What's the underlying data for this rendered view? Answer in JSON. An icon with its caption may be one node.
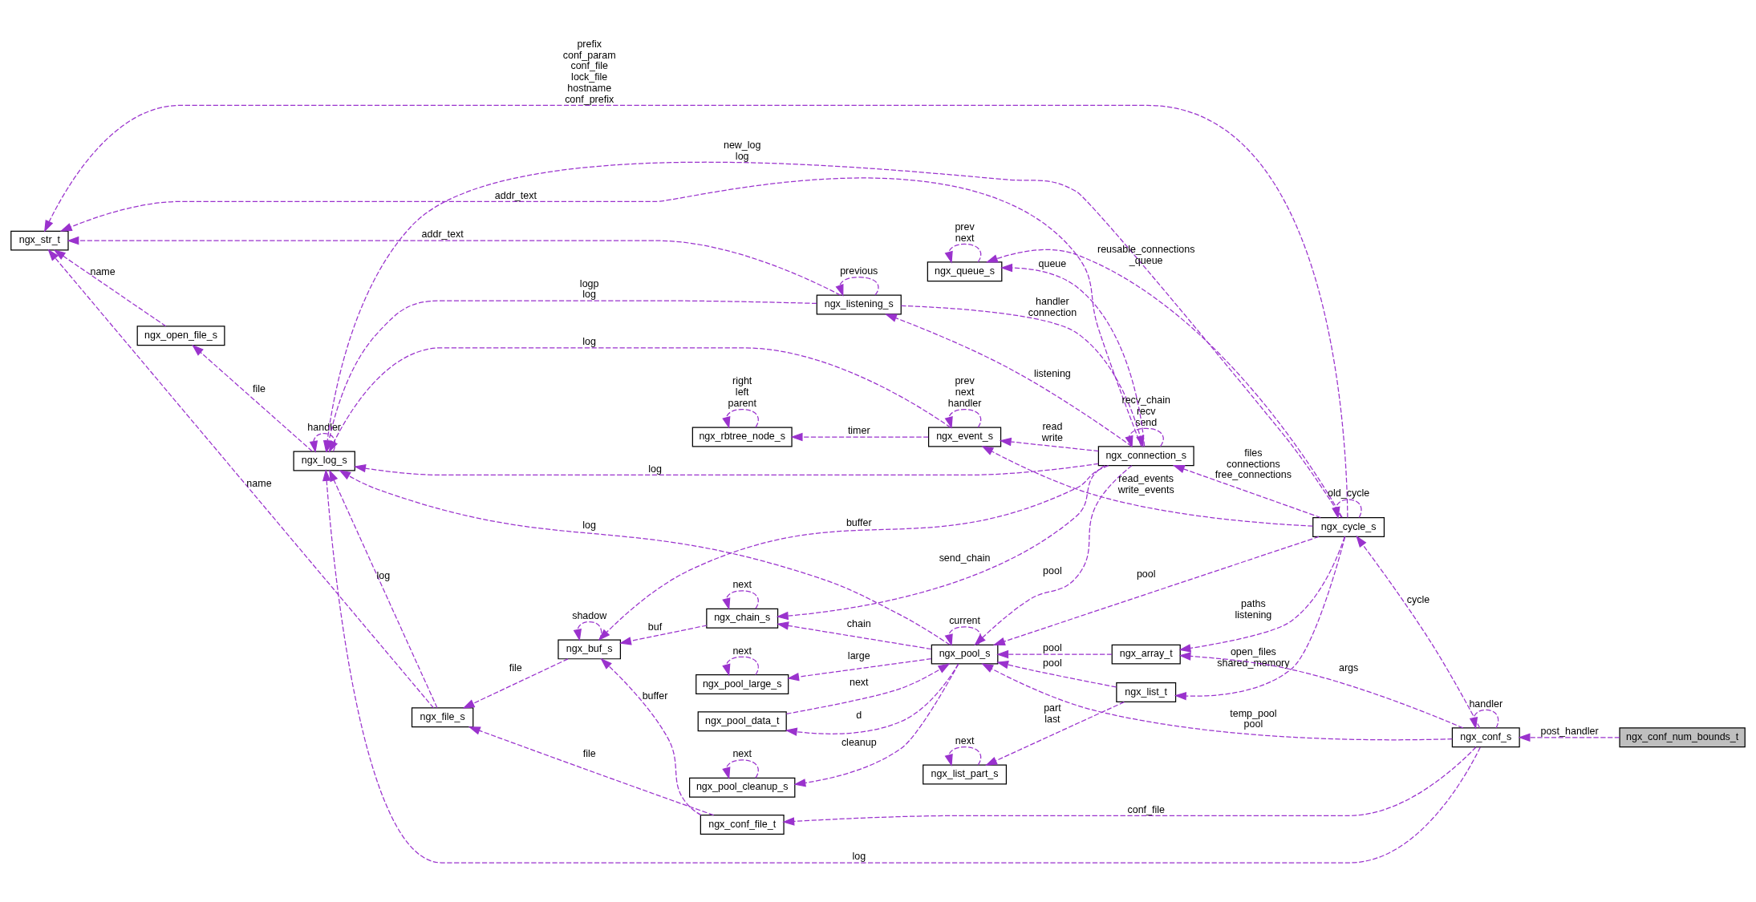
{
  "diagram": {
    "nodes": [
      {
        "text": [
          "ngx_str_t"
        ]
      },
      {
        "text": [
          "ngx_open_file_s"
        ]
      },
      {
        "text": [
          "ngx_log_s"
        ]
      },
      {
        "text": [
          "ngx_file_s"
        ]
      },
      {
        "text": [
          "ngx_conf_file_t"
        ]
      },
      {
        "text": [
          "ngx_buf_s"
        ]
      },
      {
        "text": [
          "ngx_chain_s"
        ]
      },
      {
        "text": [
          "ngx_listening_s"
        ]
      },
      {
        "text": [
          "ngx_connection_s"
        ]
      },
      {
        "text": [
          "ngx_queue_s"
        ]
      },
      {
        "text": [
          "ngx_rbtree_node_s"
        ]
      },
      {
        "text": [
          "ngx_event_s"
        ]
      },
      {
        "text": [
          "ngx_list_part_s"
        ]
      },
      {
        "text": [
          "ngx_list_t"
        ]
      },
      {
        "text": [
          "ngx_pool_cleanup_s"
        ]
      },
      {
        "text": [
          "ngx_pool_s"
        ]
      },
      {
        "text": [
          "ngx_pool_data_t"
        ]
      },
      {
        "text": [
          "ngx_pool_large_s"
        ]
      },
      {
        "text": [
          "ngx_array_t"
        ]
      },
      {
        "text": [
          "ngx_cycle_s"
        ]
      },
      {
        "text": [
          "ngx_conf_s"
        ]
      },
      {
        "text": [
          "ngx_conf_num_bounds_t"
        ]
      }
    ],
    "edges": [
      {
        "from": 21,
        "to": 20,
        "arrow": "to",
        "label": "post_handler",
        "style": "dashed"
      },
      {
        "from": 20,
        "to": 20,
        "arrow": "to",
        "label": "handler",
        "style": "dashed"
      },
      {
        "from": 20,
        "to": 19,
        "arrow": "to",
        "label": "cycle",
        "style": "dashed"
      },
      {
        "from": 20,
        "to": 2,
        "arrow": "to",
        "label": "log",
        "style": "dashed"
      },
      {
        "from": 20,
        "to": 4,
        "arrow": "to",
        "label": "conf_file",
        "style": "dashed"
      },
      {
        "from": 20,
        "to": 18,
        "arrow": "to",
        "label": "args",
        "style": "dashed"
      },
      {
        "from": 20,
        "to": 15,
        "arrow": "to",
        "label": "temp_pool pool",
        "style": "dashed"
      },
      {
        "from": 19,
        "to": 19,
        "arrow": "to",
        "label": "old_cycle",
        "style": "dashed"
      },
      {
        "from": 19,
        "to": 0,
        "arrow": "to",
        "label": "prefix conf_param conf_file lock_file hostname conf_prefix",
        "style": "dashed"
      },
      {
        "from": 19,
        "to": 8,
        "arrow": "to",
        "label": "files connections free_connections",
        "style": "dashed"
      },
      {
        "from": 19,
        "to": 9,
        "arrow": "to",
        "label": "reusable_connections _queue",
        "style": "dashed"
      },
      {
        "from": 19,
        "to": 11,
        "arrow": "to",
        "label": "read_events write_events",
        "style": "dashed"
      },
      {
        "from": 19,
        "to": 2,
        "arrow": "to",
        "label": "new_log log",
        "style": "dashed"
      },
      {
        "from": 19,
        "to": 15,
        "arrow": "to",
        "label": "pool",
        "style": "dashed"
      },
      {
        "from": 19,
        "to": 13,
        "arrow": "to",
        "label": "open_files shared_memory",
        "style": "dashed"
      },
      {
        "from": 19,
        "to": 18,
        "arrow": "to",
        "label": "paths listening",
        "style": "dashed"
      },
      {
        "from": 7,
        "to": 0,
        "arrow": "to",
        "label": "addr_text",
        "style": "dashed"
      },
      {
        "from": 7,
        "to": 2,
        "arrow": "to",
        "label": "logp log",
        "style": "dashed"
      },
      {
        "from": 7,
        "to": 7,
        "arrow": "to",
        "label": "previous",
        "style": "dashed"
      },
      {
        "from": 7,
        "to": 8,
        "arrow": "to",
        "label": "handler connection",
        "style": "dashed"
      },
      {
        "from": 8,
        "to": 0,
        "arrow": "to",
        "label": "addr_text",
        "style": "dashed"
      },
      {
        "from": 8,
        "to": 7,
        "arrow": "to",
        "label": "listening",
        "style": "dashed"
      },
      {
        "from": 8,
        "to": 8,
        "arrow": "to",
        "label": "recv_chain recv send",
        "style": "dashed"
      },
      {
        "from": 8,
        "to": 5,
        "arrow": "to",
        "label": "buffer",
        "style": "dashed"
      },
      {
        "from": 8,
        "to": 2,
        "arrow": "to",
        "label": "log",
        "style": "dashed"
      },
      {
        "from": 8,
        "to": 6,
        "arrow": "to",
        "label": "send_chain",
        "style": "dashed"
      },
      {
        "from": 8,
        "to": 9,
        "arrow": "to",
        "label": "queue",
        "style": "dashed"
      },
      {
        "from": 8,
        "to": 11,
        "arrow": "to",
        "label": "read write",
        "style": "dashed"
      },
      {
        "from": 8,
        "to": 15,
        "arrow": "to",
        "label": "pool",
        "style": "dashed"
      },
      {
        "from": 4,
        "to": 3,
        "arrow": "to",
        "label": "file",
        "style": "dashed"
      },
      {
        "from": 4,
        "to": 5,
        "arrow": "to",
        "label": "buffer",
        "style": "dashed"
      },
      {
        "from": 5,
        "to": 5,
        "arrow": "to",
        "label": "shadow",
        "style": "dashed"
      },
      {
        "from": 5,
        "to": 3,
        "arrow": "to",
        "label": "file",
        "style": "dashed"
      },
      {
        "from": 6,
        "to": 6,
        "arrow": "to",
        "label": "next",
        "style": "dashed"
      },
      {
        "from": 6,
        "to": 5,
        "arrow": "to",
        "label": "buf",
        "style": "dashed"
      },
      {
        "from": 3,
        "to": 0,
        "arrow": "to",
        "label": "name",
        "style": "dashed"
      },
      {
        "from": 3,
        "to": 2,
        "arrow": "to",
        "label": "log",
        "style": "dashed"
      },
      {
        "from": 1,
        "to": 0,
        "arrow": "to",
        "label": "name",
        "style": "dashed"
      },
      {
        "from": 2,
        "to": 1,
        "arrow": "to",
        "label": "file",
        "style": "dashed"
      },
      {
        "from": 2,
        "to": 2,
        "arrow": "to",
        "label": "handler",
        "style": "dashed"
      },
      {
        "from": 9,
        "to": 9,
        "arrow": "to",
        "label": "prev next",
        "style": "dashed"
      },
      {
        "from": 11,
        "to": 11,
        "arrow": "to",
        "label": "prev next handler",
        "style": "dashed"
      },
      {
        "from": 11,
        "to": 2,
        "arrow": "to",
        "label": "log",
        "style": "dashed"
      },
      {
        "from": 11,
        "to": 10,
        "arrow": "to",
        "label": "timer",
        "style": "dashed"
      },
      {
        "from": 10,
        "to": 10,
        "arrow": "to",
        "label": "right left parent",
        "style": "dashed"
      },
      {
        "from": 13,
        "to": 12,
        "arrow": "to",
        "label": "part last",
        "style": "dashed"
      },
      {
        "from": 13,
        "to": 15,
        "arrow": "to",
        "label": "pool",
        "style": "dashed"
      },
      {
        "from": 12,
        "to": 12,
        "arrow": "to",
        "label": "next",
        "style": "dashed"
      },
      {
        "from": 15,
        "to": 15,
        "arrow": "to",
        "label": "current",
        "style": "dashed"
      },
      {
        "from": 15,
        "to": 2,
        "arrow": "to",
        "label": "log",
        "style": "dashed"
      },
      {
        "from": 15,
        "to": 6,
        "arrow": "to",
        "label": "chain",
        "style": "dashed"
      },
      {
        "from": 15,
        "to": 14,
        "arrow": "to",
        "label": "cleanup",
        "style": "dashed"
      },
      {
        "from": 15,
        "to": 16,
        "arrow": "to",
        "label": "d",
        "style": "dashed"
      },
      {
        "from": 15,
        "to": 17,
        "arrow": "to",
        "label": "large",
        "style": "dashed"
      },
      {
        "from": 16,
        "to": 15,
        "arrow": "to",
        "label": "next",
        "style": "dashed"
      },
      {
        "from": 18,
        "to": 15,
        "arrow": "to",
        "label": "pool",
        "style": "dashed"
      },
      {
        "from": 14,
        "to": 14,
        "arrow": "to",
        "label": "next",
        "style": "dashed"
      },
      {
        "from": 17,
        "to": 17,
        "arrow": "to",
        "label": "next",
        "style": "dashed"
      }
    ]
  }
}
